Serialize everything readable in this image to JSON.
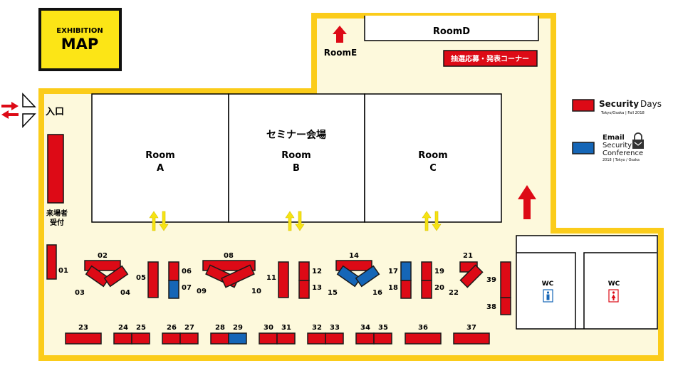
{
  "title": {
    "line1": "EXHIBITION",
    "line2": "MAP"
  },
  "colors": {
    "floor": "#fdf9dc",
    "wall": "#fbcc1a",
    "security_days": "#dd0a16",
    "email_security": "#1566b7",
    "arrow_yellow": "#f6e313",
    "arrow_red": "#dd0a16"
  },
  "rooms": {
    "room_d": "RoomD",
    "room_e": "RoomE",
    "lottery_corner": "抽選応募・発表コーナー",
    "seminar_hall": "セミナー会場",
    "room_a": {
      "line1": "Room",
      "line2": "A"
    },
    "room_b": {
      "line1": "Room",
      "line2": "B"
    },
    "room_c": {
      "line1": "Room",
      "line2": "C"
    }
  },
  "entrance": "入口",
  "reception": {
    "line1": "来場者",
    "line2": "受付"
  },
  "wc": {
    "men": "WC",
    "women": "WC"
  },
  "legend": {
    "security_days": {
      "name": "Security",
      "name2": "Days",
      "sub": "Tokyo/Osaka | Fall 2018"
    },
    "email_security": {
      "line1": "Email",
      "line2": "Security",
      "line3": "Conference",
      "sub": "2018 | Tokyo / Osaka"
    }
  },
  "booth_labels": [
    "01",
    "02",
    "03",
    "04",
    "05",
    "06",
    "07",
    "08",
    "09",
    "10",
    "11",
    "12",
    "13",
    "14",
    "15",
    "16",
    "17",
    "18",
    "19",
    "20",
    "21",
    "22",
    "23",
    "24",
    "25",
    "26",
    "27",
    "28",
    "29",
    "30",
    "31",
    "32",
    "33",
    "34",
    "35",
    "36",
    "37",
    "38",
    "39"
  ]
}
